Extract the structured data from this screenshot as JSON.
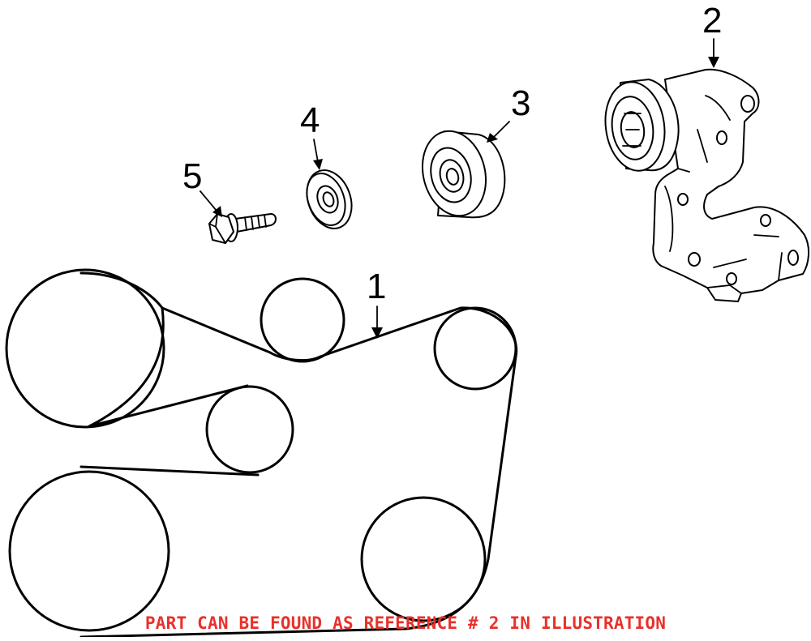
{
  "callouts": {
    "belt": "1",
    "tensioner": "2",
    "idler_pulley": "3",
    "washer": "4",
    "bolt": "5"
  },
  "notice": "PART CAN BE FOUND AS REFERENCE # 2 IN ILLUSTRATION",
  "colors": {
    "notice_text": "#e8312b",
    "line_art": "#000000",
    "background": "#ffffff"
  }
}
